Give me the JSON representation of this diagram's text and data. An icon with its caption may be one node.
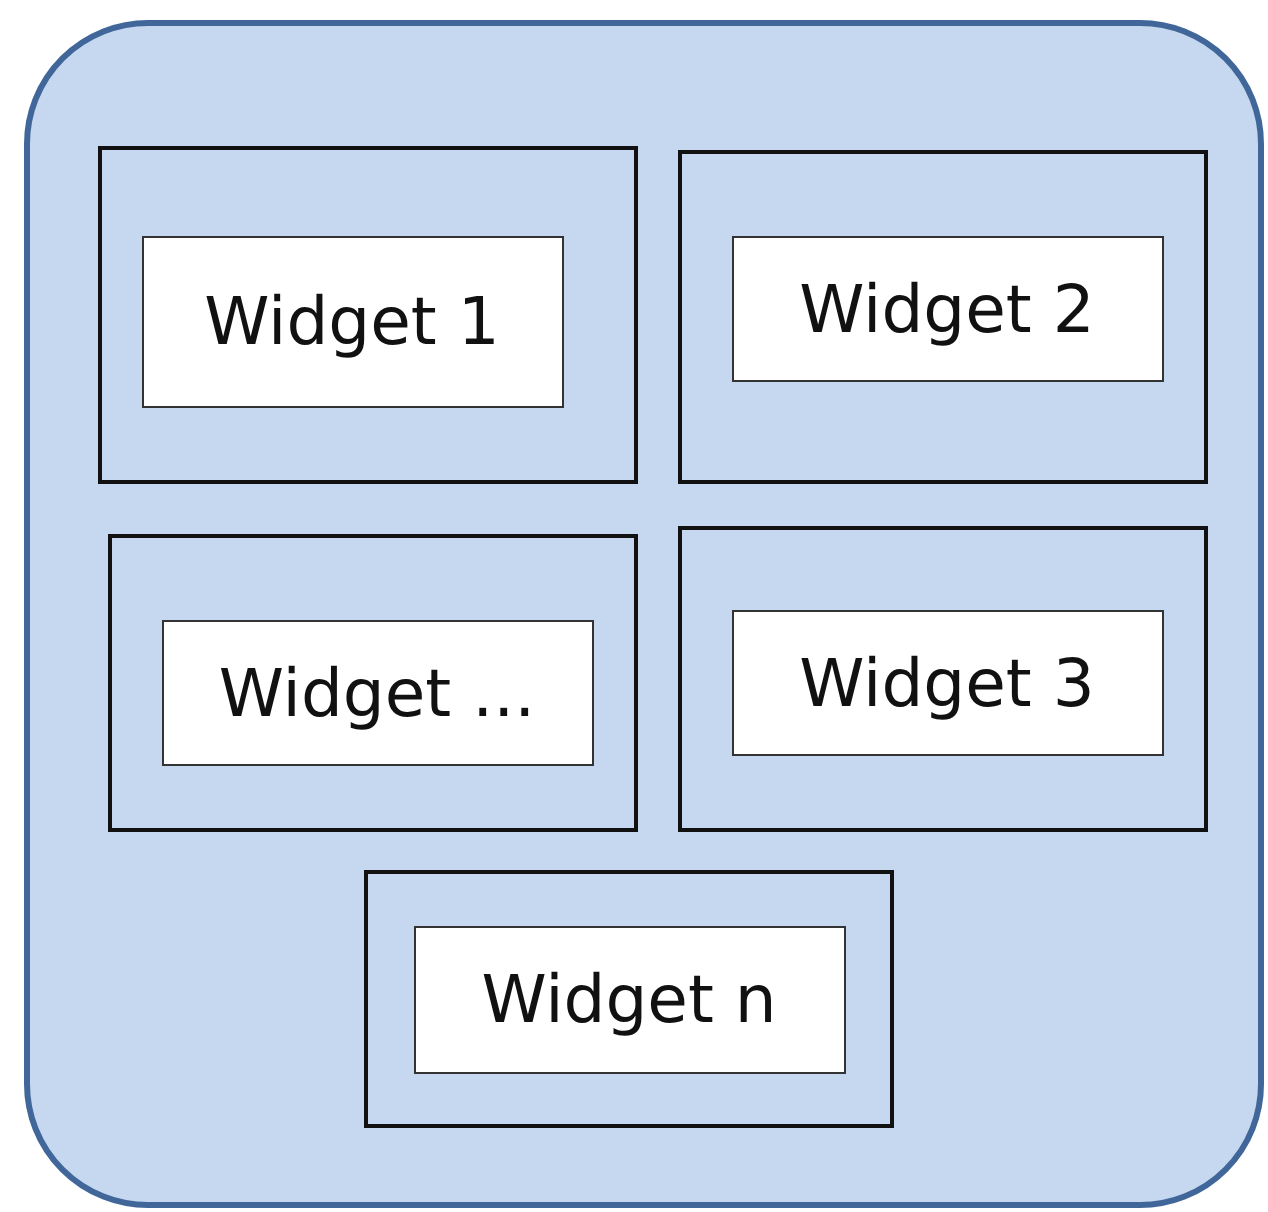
{
  "diagram": {
    "nodes": [
      {
        "text": [],
        "shape": "box"
      },
      {
        "text": [],
        "shape": "box",
        "in": 0
      },
      {
        "text": [
          "Widget 1"
        ],
        "in": 1
      },
      {
        "text": [],
        "shape": "box",
        "in": 0
      },
      {
        "text": [
          "Widget 2"
        ],
        "in": 3
      },
      {
        "text": [],
        "shape": "box",
        "in": 0
      },
      {
        "text": [
          "Widget ..."
        ],
        "in": 5
      },
      {
        "text": [],
        "shape": "box",
        "in": 0
      },
      {
        "text": [
          "Widget 3"
        ],
        "in": 7
      },
      {
        "text": [],
        "shape": "box",
        "in": 0
      },
      {
        "text": [
          "Widget n"
        ],
        "in": 9
      }
    ],
    "edges": []
  }
}
